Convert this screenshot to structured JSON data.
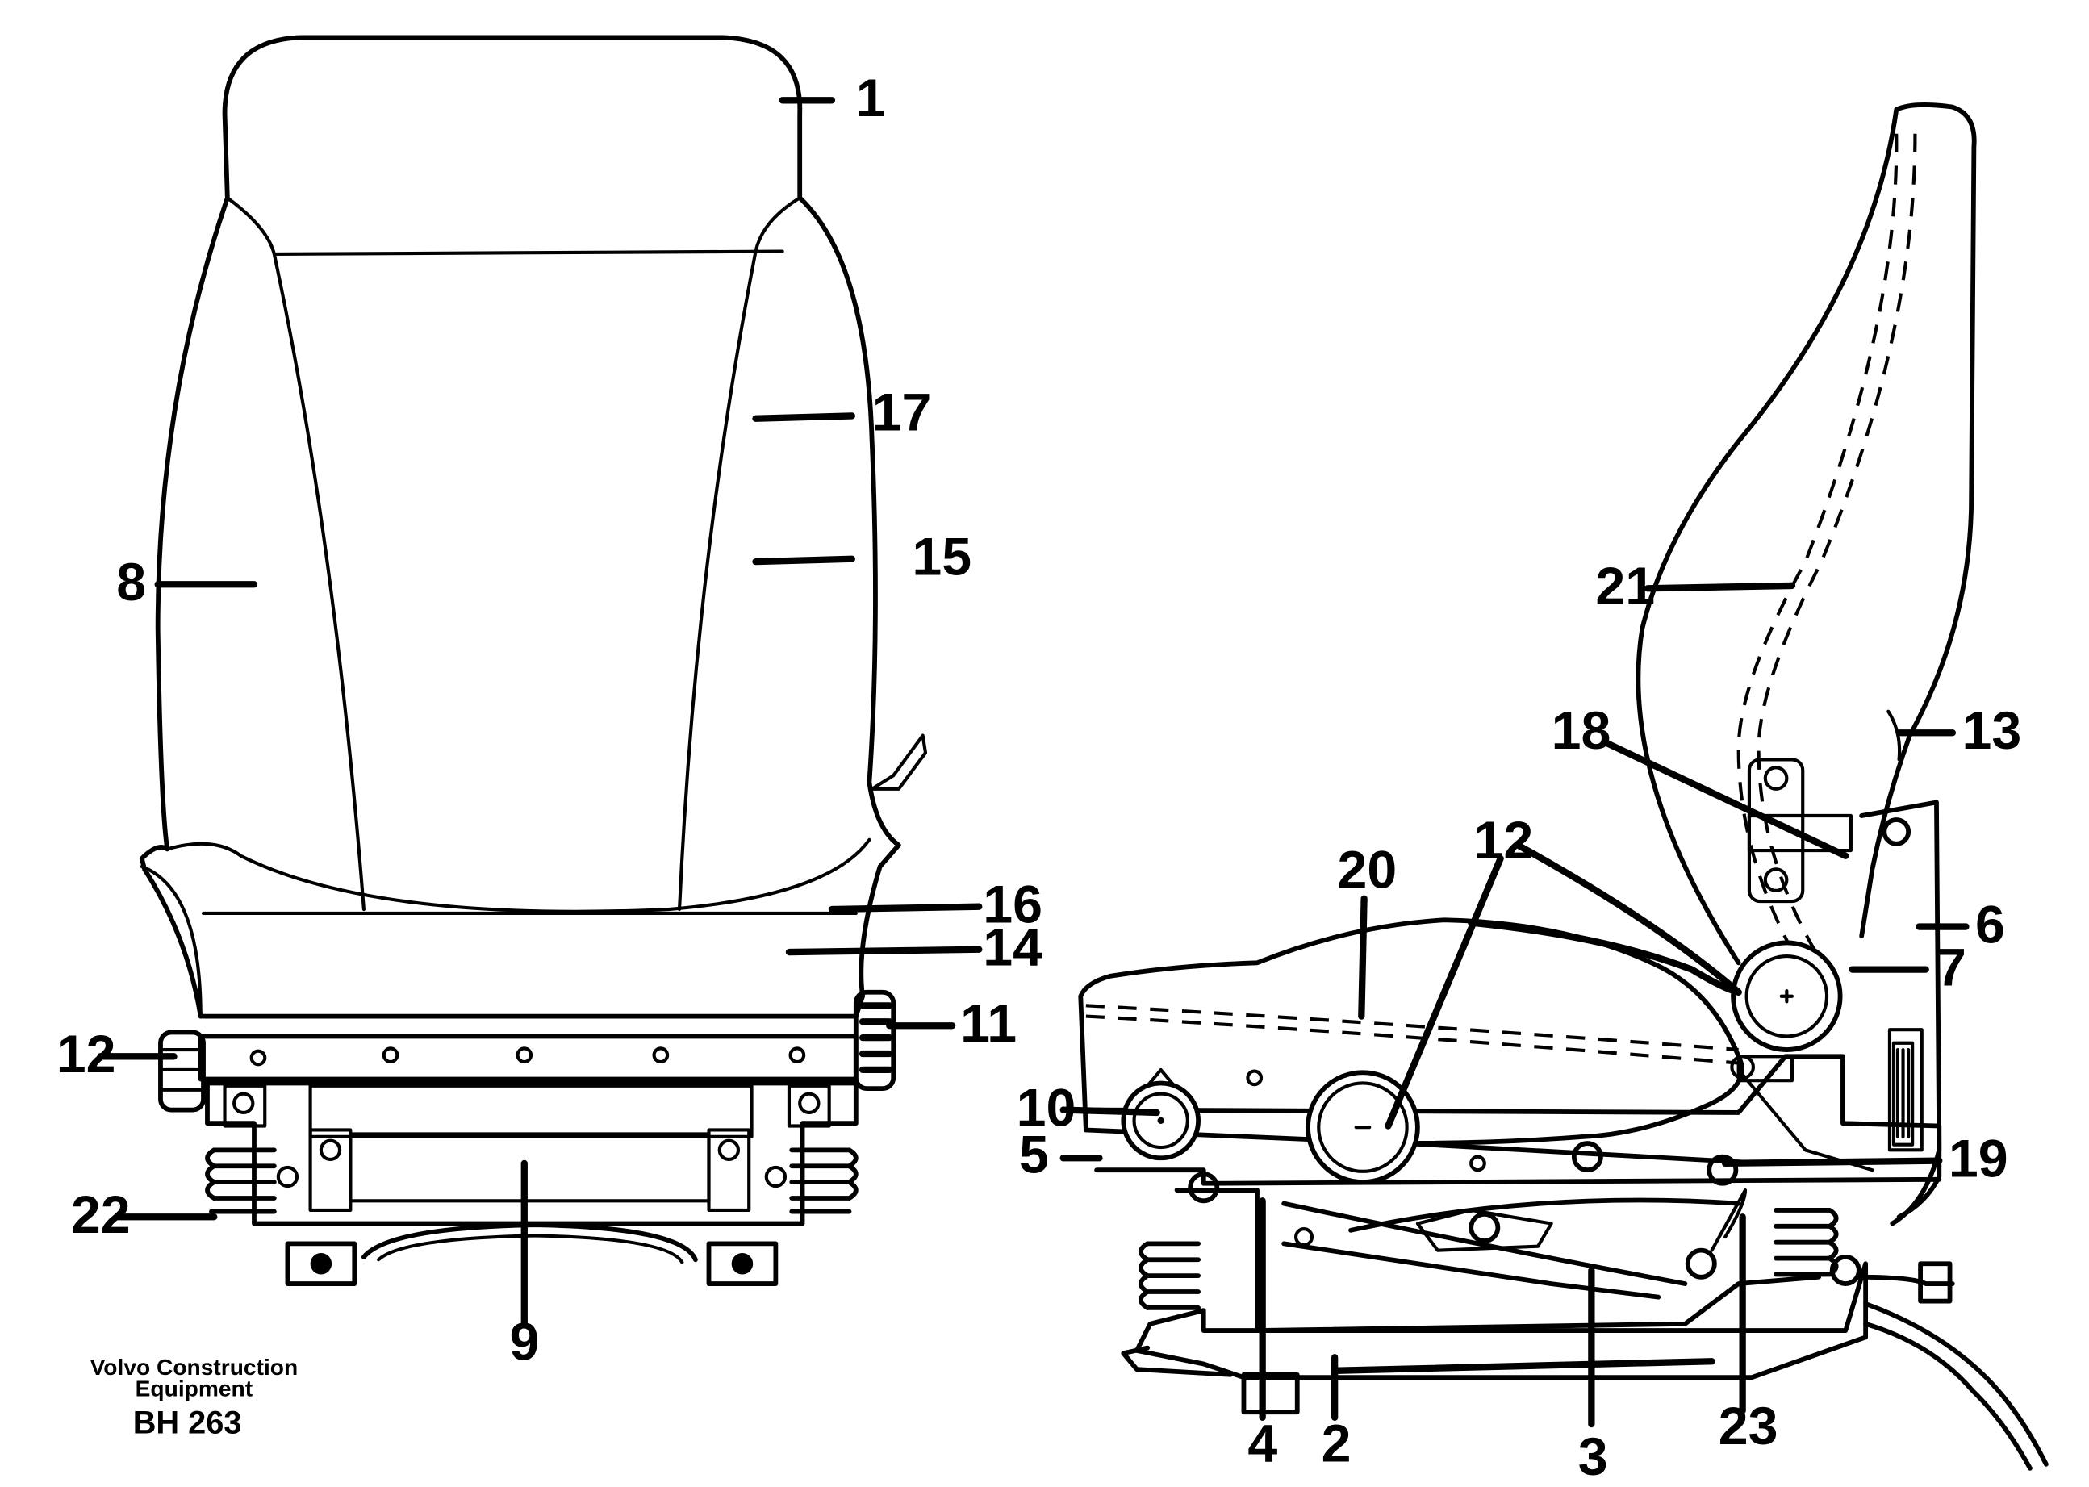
{
  "figure": {
    "caption_line1": "Volvo Construction",
    "caption_line2": "Equipment",
    "code": "BH 263"
  },
  "front_view_callouts": [
    {
      "id": "c-front-1",
      "label": "1"
    },
    {
      "id": "c-front-17",
      "label": "17"
    },
    {
      "id": "c-front-8",
      "label": "8"
    },
    {
      "id": "c-front-15",
      "label": "15"
    },
    {
      "id": "c-front-16",
      "label": "16"
    },
    {
      "id": "c-front-14",
      "label": "14"
    },
    {
      "id": "c-front-12",
      "label": "12"
    },
    {
      "id": "c-front-11",
      "label": "11"
    },
    {
      "id": "c-front-22",
      "label": "22"
    },
    {
      "id": "c-front-9",
      "label": "9"
    }
  ],
  "side_view_callouts": [
    {
      "id": "c-side-21",
      "label": "21"
    },
    {
      "id": "c-side-13",
      "label": "13"
    },
    {
      "id": "c-side-18",
      "label": "18"
    },
    {
      "id": "c-side-12",
      "label": "12"
    },
    {
      "id": "c-side-20",
      "label": "20"
    },
    {
      "id": "c-side-6",
      "label": "6"
    },
    {
      "id": "c-side-7",
      "label": "7"
    },
    {
      "id": "c-side-10",
      "label": "10"
    },
    {
      "id": "c-side-5",
      "label": "5"
    },
    {
      "id": "c-side-19",
      "label": "19"
    },
    {
      "id": "c-side-4",
      "label": "4"
    },
    {
      "id": "c-side-2",
      "label": "2"
    },
    {
      "id": "c-side-3",
      "label": "3"
    },
    {
      "id": "c-side-23",
      "label": "23"
    }
  ]
}
